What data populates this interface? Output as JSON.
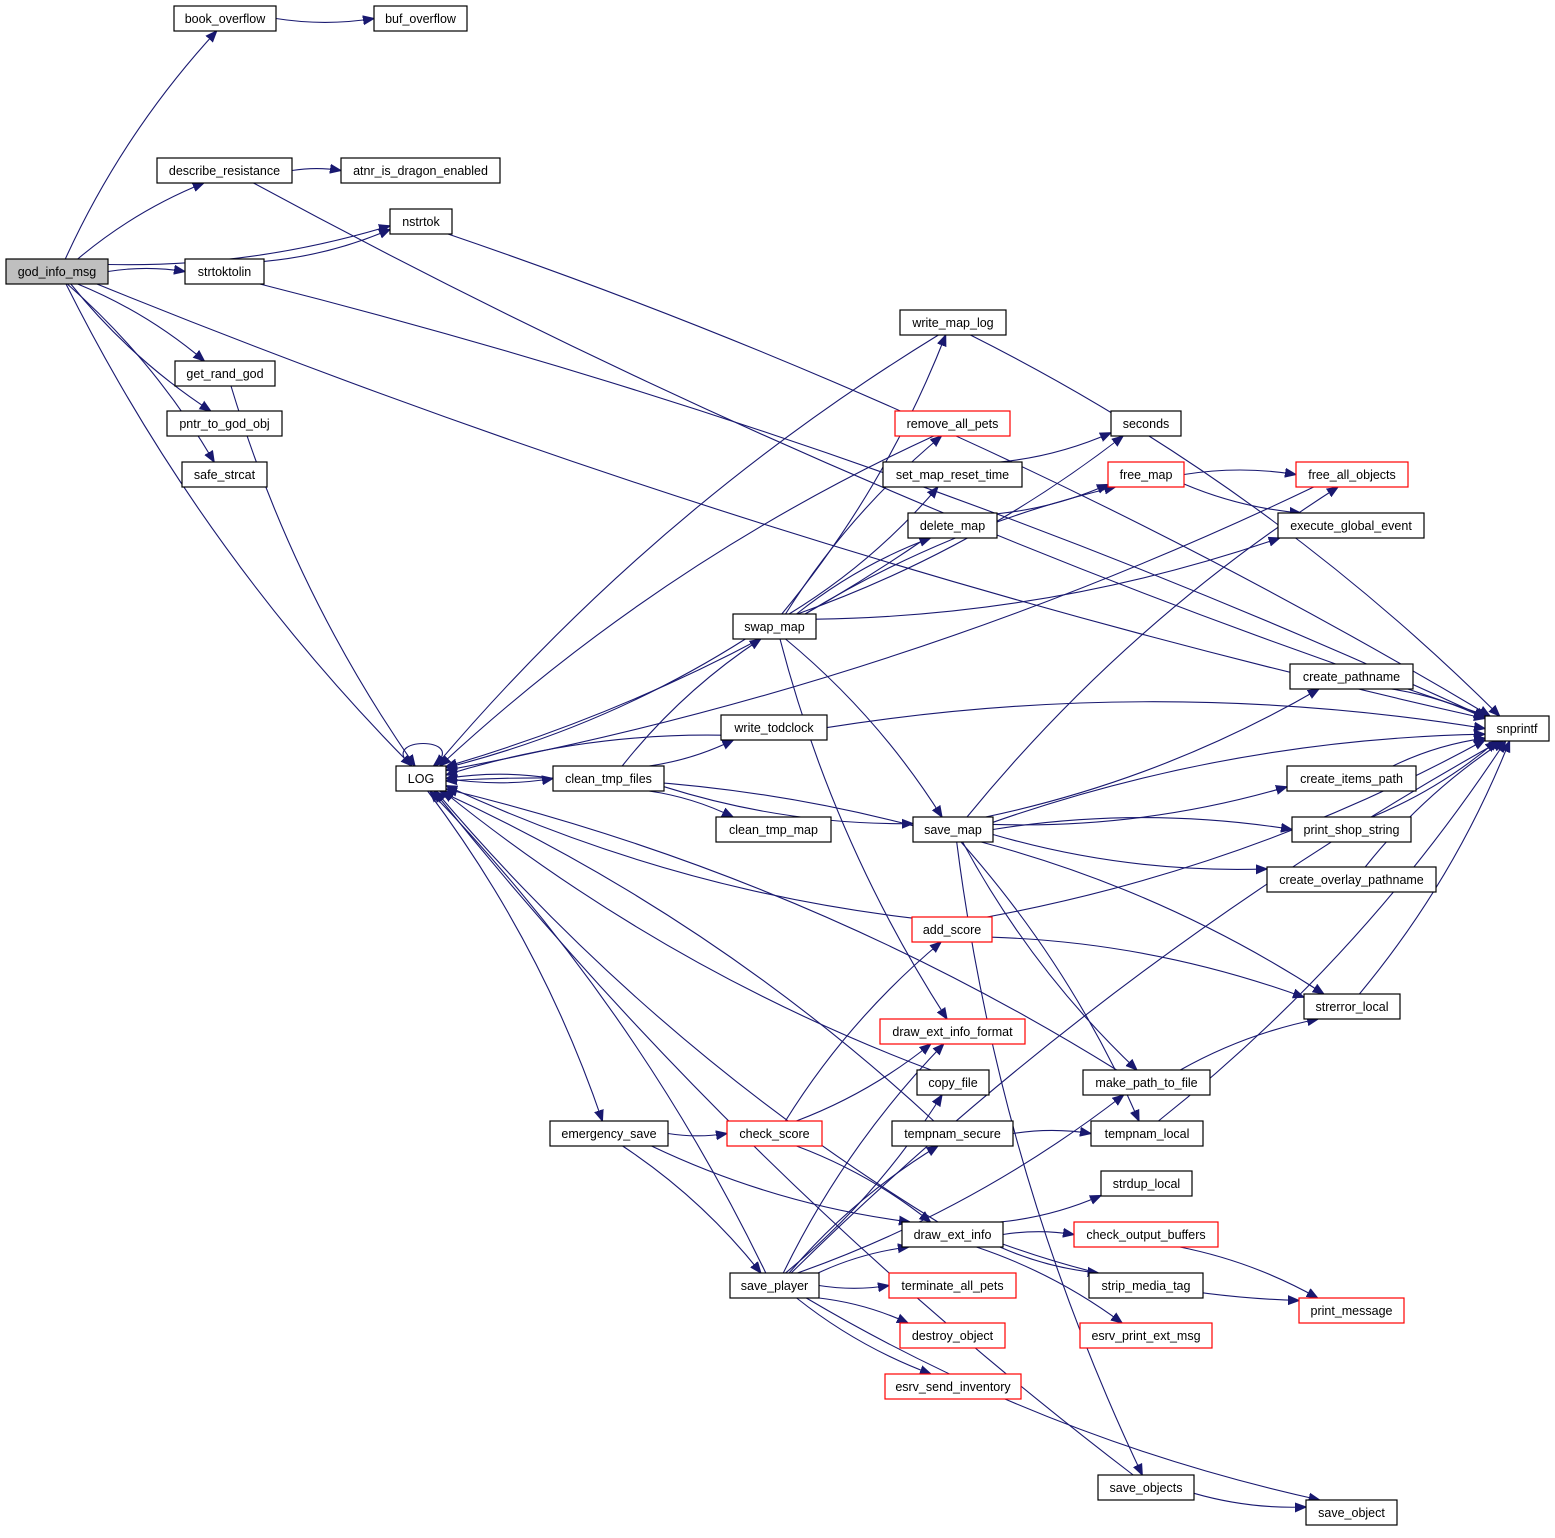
{
  "title": "god_info_msg call graph",
  "colors": {
    "edge": "#191970",
    "root_fill": "#bfbfbf",
    "truncated_border": "#ff0000",
    "normal_border": "#000000"
  },
  "nodes": [
    {
      "id": "god_info_msg",
      "label": "god_info_msg",
      "style": "root"
    },
    {
      "id": "book_overflow",
      "label": "book_overflow",
      "style": "normal"
    },
    {
      "id": "buf_overflow",
      "label": "buf_overflow",
      "style": "normal"
    },
    {
      "id": "describe_resistance",
      "label": "describe_resistance",
      "style": "normal"
    },
    {
      "id": "atnr_is_dragon_enabled",
      "label": "atnr_is_dragon_enabled",
      "style": "normal"
    },
    {
      "id": "nstrtok",
      "label": "nstrtok",
      "style": "normal"
    },
    {
      "id": "strtoktolin",
      "label": "strtoktolin",
      "style": "normal"
    },
    {
      "id": "get_rand_god",
      "label": "get_rand_god",
      "style": "normal"
    },
    {
      "id": "pntr_to_god_obj",
      "label": "pntr_to_god_obj",
      "style": "normal"
    },
    {
      "id": "safe_strcat",
      "label": "safe_strcat",
      "style": "normal"
    },
    {
      "id": "LOG",
      "label": "LOG",
      "style": "normal"
    },
    {
      "id": "write_map_log",
      "label": "write_map_log",
      "style": "normal"
    },
    {
      "id": "remove_all_pets",
      "label": "remove_all_pets",
      "style": "red"
    },
    {
      "id": "seconds",
      "label": "seconds",
      "style": "normal"
    },
    {
      "id": "set_map_reset_time",
      "label": "set_map_reset_time",
      "style": "normal"
    },
    {
      "id": "free_map",
      "label": "free_map",
      "style": "red"
    },
    {
      "id": "free_all_objects",
      "label": "free_all_objects",
      "style": "red"
    },
    {
      "id": "delete_map",
      "label": "delete_map",
      "style": "normal"
    },
    {
      "id": "execute_global_event",
      "label": "execute_global_event",
      "style": "normal"
    },
    {
      "id": "swap_map",
      "label": "swap_map",
      "style": "normal"
    },
    {
      "id": "create_pathname",
      "label": "create_pathname",
      "style": "normal"
    },
    {
      "id": "write_todclock",
      "label": "write_todclock",
      "style": "normal"
    },
    {
      "id": "snprintf",
      "label": "snprintf",
      "style": "normal"
    },
    {
      "id": "clean_tmp_files",
      "label": "clean_tmp_files",
      "style": "normal"
    },
    {
      "id": "create_items_path",
      "label": "create_items_path",
      "style": "normal"
    },
    {
      "id": "clean_tmp_map",
      "label": "clean_tmp_map",
      "style": "normal"
    },
    {
      "id": "save_map",
      "label": "save_map",
      "style": "normal"
    },
    {
      "id": "print_shop_string",
      "label": "print_shop_string",
      "style": "normal"
    },
    {
      "id": "create_overlay_pathname",
      "label": "create_overlay_pathname",
      "style": "normal"
    },
    {
      "id": "add_score",
      "label": "add_score",
      "style": "red"
    },
    {
      "id": "strerror_local",
      "label": "strerror_local",
      "style": "normal"
    },
    {
      "id": "draw_ext_info_format",
      "label": "draw_ext_info_format",
      "style": "red"
    },
    {
      "id": "copy_file",
      "label": "copy_file",
      "style": "normal"
    },
    {
      "id": "make_path_to_file",
      "label": "make_path_to_file",
      "style": "normal"
    },
    {
      "id": "emergency_save",
      "label": "emergency_save",
      "style": "normal"
    },
    {
      "id": "check_score",
      "label": "check_score",
      "style": "red"
    },
    {
      "id": "tempnam_secure",
      "label": "tempnam_secure",
      "style": "normal"
    },
    {
      "id": "tempnam_local",
      "label": "tempnam_local",
      "style": "normal"
    },
    {
      "id": "strdup_local",
      "label": "strdup_local",
      "style": "normal"
    },
    {
      "id": "draw_ext_info",
      "label": "draw_ext_info",
      "style": "normal"
    },
    {
      "id": "check_output_buffers",
      "label": "check_output_buffers",
      "style": "red"
    },
    {
      "id": "save_player",
      "label": "save_player",
      "style": "normal"
    },
    {
      "id": "terminate_all_pets",
      "label": "terminate_all_pets",
      "style": "red"
    },
    {
      "id": "strip_media_tag",
      "label": "strip_media_tag",
      "style": "normal"
    },
    {
      "id": "print_message",
      "label": "print_message",
      "style": "red"
    },
    {
      "id": "destroy_object",
      "label": "destroy_object",
      "style": "red"
    },
    {
      "id": "esrv_print_ext_msg",
      "label": "esrv_print_ext_msg",
      "style": "red"
    },
    {
      "id": "esrv_send_inventory",
      "label": "esrv_send_inventory",
      "style": "red"
    },
    {
      "id": "save_objects",
      "label": "save_objects",
      "style": "normal"
    },
    {
      "id": "save_object",
      "label": "save_object",
      "style": "normal"
    }
  ],
  "edges": [
    [
      "god_info_msg",
      "book_overflow"
    ],
    [
      "god_info_msg",
      "snprintf"
    ],
    [
      "god_info_msg",
      "describe_resistance"
    ],
    [
      "god_info_msg",
      "nstrtok"
    ],
    [
      "god_info_msg",
      "strtoktolin"
    ],
    [
      "god_info_msg",
      "LOG"
    ],
    [
      "god_info_msg",
      "get_rand_god"
    ],
    [
      "god_info_msg",
      "pntr_to_god_obj"
    ],
    [
      "god_info_msg",
      "safe_strcat"
    ],
    [
      "book_overflow",
      "buf_overflow"
    ],
    [
      "describe_resistance",
      "atnr_is_dragon_enabled"
    ],
    [
      "describe_resistance",
      "snprintf"
    ],
    [
      "nstrtok",
      "snprintf"
    ],
    [
      "strtoktolin",
      "nstrtok"
    ],
    [
      "strtoktolin",
      "snprintf"
    ],
    [
      "get_rand_god",
      "LOG"
    ],
    [
      "LOG",
      "LOG"
    ],
    [
      "LOG",
      "clean_tmp_files"
    ],
    [
      "LOG",
      "emergency_save"
    ],
    [
      "write_map_log",
      "LOG"
    ],
    [
      "write_map_log",
      "snprintf"
    ],
    [
      "remove_all_pets",
      "LOG"
    ],
    [
      "free_all_objects",
      "LOG"
    ],
    [
      "set_map_reset_time",
      "seconds"
    ],
    [
      "free_map",
      "free_all_objects"
    ],
    [
      "free_map",
      "execute_global_event"
    ],
    [
      "delete_map",
      "LOG"
    ],
    [
      "delete_map",
      "free_map"
    ],
    [
      "swap_map",
      "LOG"
    ],
    [
      "swap_map",
      "write_map_log"
    ],
    [
      "swap_map",
      "remove_all_pets"
    ],
    [
      "swap_map",
      "set_map_reset_time"
    ],
    [
      "swap_map",
      "delete_map"
    ],
    [
      "swap_map",
      "seconds"
    ],
    [
      "swap_map",
      "free_map"
    ],
    [
      "swap_map",
      "execute_global_event"
    ],
    [
      "swap_map",
      "save_map"
    ],
    [
      "swap_map",
      "draw_ext_info_format"
    ],
    [
      "create_pathname",
      "snprintf"
    ],
    [
      "write_todclock",
      "LOG"
    ],
    [
      "write_todclock",
      "snprintf"
    ],
    [
      "clean_tmp_files",
      "LOG"
    ],
    [
      "clean_tmp_files",
      "swap_map"
    ],
    [
      "clean_tmp_files",
      "write_todclock"
    ],
    [
      "clean_tmp_files",
      "clean_tmp_map"
    ],
    [
      "clean_tmp_files",
      "save_map"
    ],
    [
      "create_items_path",
      "snprintf"
    ],
    [
      "print_shop_string",
      "snprintf"
    ],
    [
      "create_overlay_pathname",
      "snprintf"
    ],
    [
      "save_map",
      "LOG"
    ],
    [
      "save_map",
      "free_all_objects"
    ],
    [
      "save_map",
      "create_pathname"
    ],
    [
      "save_map",
      "snprintf"
    ],
    [
      "save_map",
      "create_items_path"
    ],
    [
      "save_map",
      "print_shop_string"
    ],
    [
      "save_map",
      "create_overlay_pathname"
    ],
    [
      "save_map",
      "strerror_local"
    ],
    [
      "save_map",
      "make_path_to_file"
    ],
    [
      "save_map",
      "tempnam_local"
    ],
    [
      "save_map",
      "save_objects"
    ],
    [
      "add_score",
      "LOG"
    ],
    [
      "add_score",
      "snprintf"
    ],
    [
      "add_score",
      "strerror_local"
    ],
    [
      "strerror_local",
      "snprintf"
    ],
    [
      "copy_file",
      "LOG"
    ],
    [
      "make_path_to_file",
      "LOG"
    ],
    [
      "make_path_to_file",
      "strerror_local"
    ],
    [
      "emergency_save",
      "check_score"
    ],
    [
      "emergency_save",
      "save_player"
    ],
    [
      "emergency_save",
      "draw_ext_info"
    ],
    [
      "check_score",
      "add_score"
    ],
    [
      "check_score",
      "draw_ext_info_format"
    ],
    [
      "check_score",
      "draw_ext_info"
    ],
    [
      "tempnam_secure",
      "LOG"
    ],
    [
      "tempnam_secure",
      "tempnam_local"
    ],
    [
      "tempnam_local",
      "snprintf"
    ],
    [
      "draw_ext_info",
      "LOG"
    ],
    [
      "draw_ext_info",
      "strdup_local"
    ],
    [
      "draw_ext_info",
      "check_output_buffers"
    ],
    [
      "draw_ext_info",
      "strip_media_tag"
    ],
    [
      "draw_ext_info",
      "esrv_print_ext_msg"
    ],
    [
      "draw_ext_info",
      "print_message"
    ],
    [
      "check_output_buffers",
      "print_message"
    ],
    [
      "save_player",
      "LOG"
    ],
    [
      "save_player",
      "draw_ext_info_format"
    ],
    [
      "save_player",
      "copy_file"
    ],
    [
      "save_player",
      "tempnam_secure"
    ],
    [
      "save_player",
      "make_path_to_file"
    ],
    [
      "save_player",
      "draw_ext_info"
    ],
    [
      "save_player",
      "terminate_all_pets"
    ],
    [
      "save_player",
      "destroy_object"
    ],
    [
      "save_player",
      "esrv_send_inventory"
    ],
    [
      "save_player",
      "snprintf"
    ],
    [
      "save_player",
      "save_object"
    ],
    [
      "save_objects",
      "LOG"
    ],
    [
      "save_objects",
      "save_object"
    ]
  ]
}
